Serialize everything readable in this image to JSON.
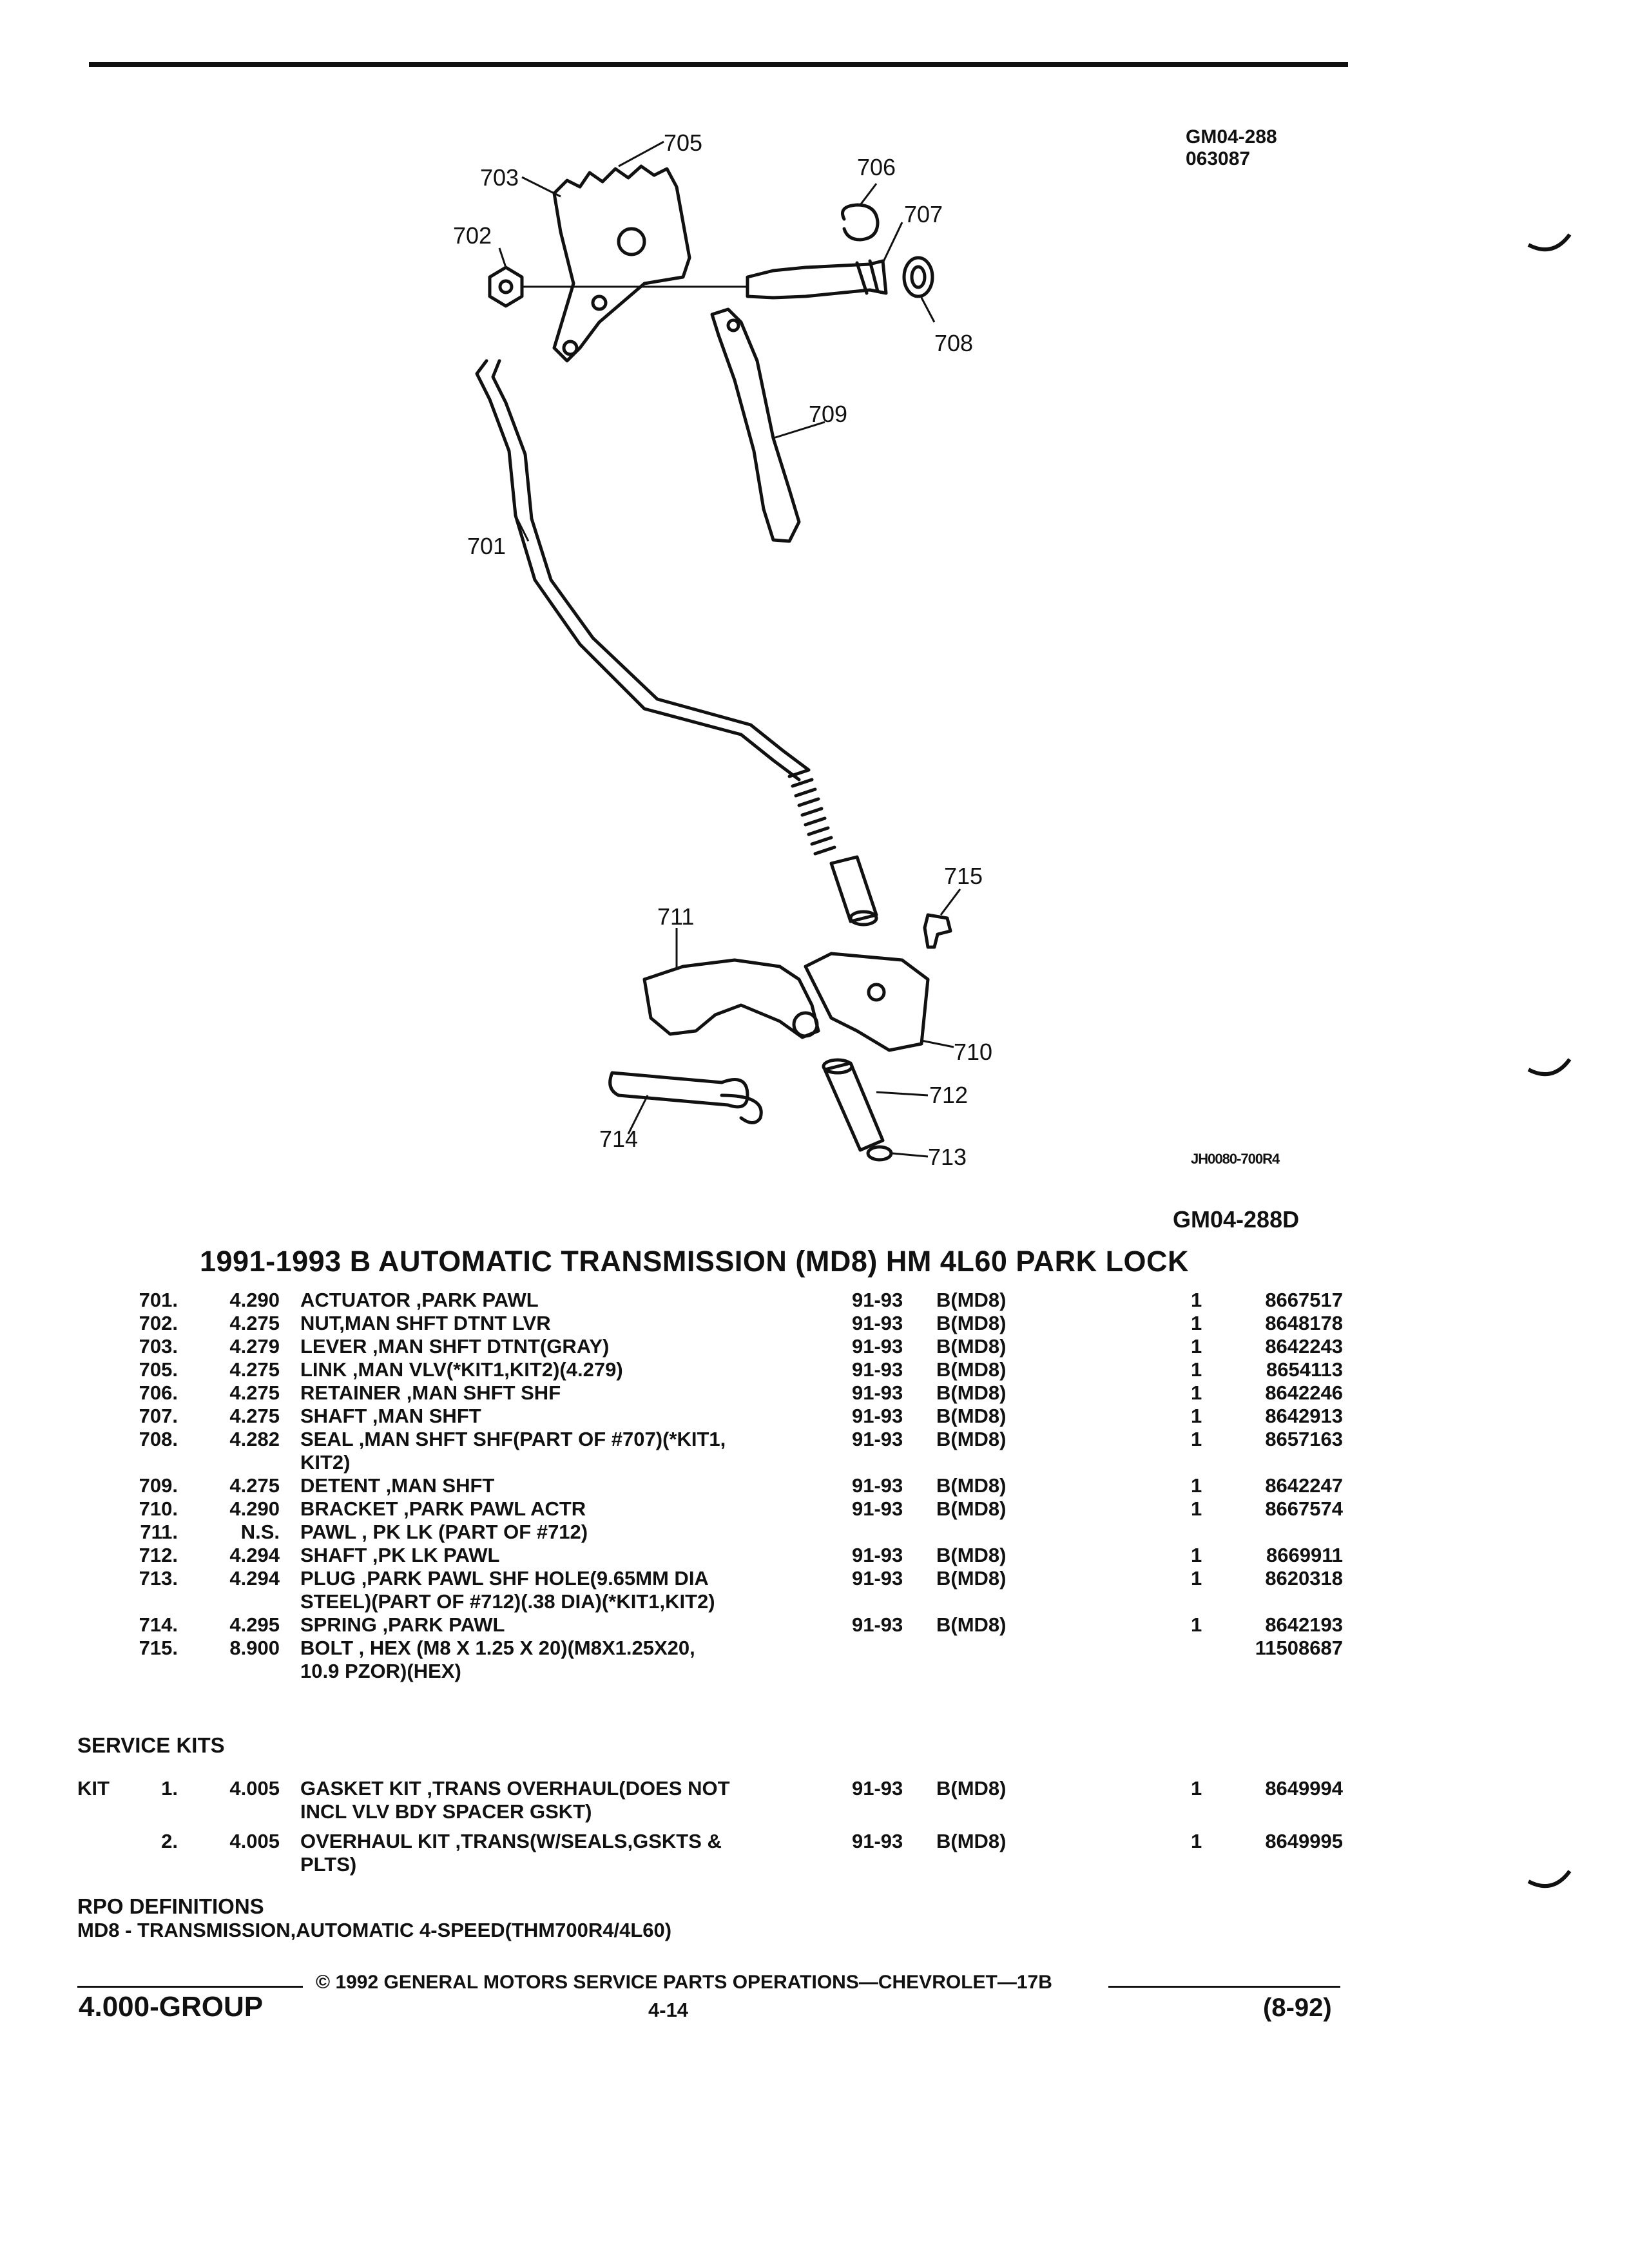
{
  "figure": {
    "id_line1": "GM04-288",
    "id_line2": "063087",
    "ref_code": "JH0080-700R4",
    "fig_code": "GM04-288D",
    "callouts": [
      "705",
      "703",
      "702",
      "706",
      "707",
      "708",
      "709",
      "701",
      "715",
      "711",
      "710",
      "712",
      "714",
      "713"
    ]
  },
  "title": "1991-1993 B AUTOMATIC TRANSMISSION (MD8) HM 4L60 PARK LOCK",
  "parts": [
    {
      "num": "701.",
      "grp": "4.290",
      "desc": [
        "ACTUATOR ,PARK PAWL"
      ],
      "years": "91-93",
      "model": "B(MD8)",
      "qty": "1",
      "pn": "8667517"
    },
    {
      "num": "702.",
      "grp": "4.275",
      "desc": [
        "NUT,MAN SHFT DTNT LVR"
      ],
      "years": "91-93",
      "model": "B(MD8)",
      "qty": "1",
      "pn": "8648178"
    },
    {
      "num": "703.",
      "grp": "4.279",
      "desc": [
        "LEVER ,MAN SHFT DTNT(GRAY)"
      ],
      "years": "91-93",
      "model": "B(MD8)",
      "qty": "1",
      "pn": "8642243"
    },
    {
      "num": "705.",
      "grp": "4.275",
      "desc": [
        "LINK ,MAN VLV(*KIT1,KIT2)(4.279)"
      ],
      "years": "91-93",
      "model": "B(MD8)",
      "qty": "1",
      "pn": "8654113"
    },
    {
      "num": "706.",
      "grp": "4.275",
      "desc": [
        "RETAINER ,MAN SHFT SHF"
      ],
      "years": "91-93",
      "model": "B(MD8)",
      "qty": "1",
      "pn": "8642246"
    },
    {
      "num": "707.",
      "grp": "4.275",
      "desc": [
        "SHAFT ,MAN SHFT"
      ],
      "years": "91-93",
      "model": "B(MD8)",
      "qty": "1",
      "pn": "8642913"
    },
    {
      "num": "708.",
      "grp": "4.282",
      "desc": [
        "SEAL ,MAN SHFT SHF(PART OF #707)(*KIT1,",
        "KIT2)"
      ],
      "years": "91-93",
      "model": "B(MD8)",
      "qty": "1",
      "pn": "8657163"
    },
    {
      "num": "709.",
      "grp": "4.275",
      "desc": [
        "DETENT ,MAN SHFT"
      ],
      "years": "91-93",
      "model": "B(MD8)",
      "qty": "1",
      "pn": "8642247"
    },
    {
      "num": "710.",
      "grp": "4.290",
      "desc": [
        "BRACKET ,PARK PAWL ACTR"
      ],
      "years": "91-93",
      "model": "B(MD8)",
      "qty": "1",
      "pn": "8667574"
    },
    {
      "num": "711.",
      "grp": "N.S.",
      "desc": [
        "PAWL , PK LK (PART OF #712)"
      ],
      "years": "",
      "model": "",
      "qty": "",
      "pn": ""
    },
    {
      "num": "712.",
      "grp": "4.294",
      "desc": [
        "SHAFT ,PK LK PAWL"
      ],
      "years": "91-93",
      "model": "B(MD8)",
      "qty": "1",
      "pn": "8669911"
    },
    {
      "num": "713.",
      "grp": "4.294",
      "desc": [
        "PLUG ,PARK PAWL SHF HOLE(9.65MM DIA",
        "STEEL)(PART OF #712)(.38 DIA)(*KIT1,KIT2)"
      ],
      "years": "91-93",
      "model": "B(MD8)",
      "qty": "1",
      "pn": "8620318"
    },
    {
      "num": "714.",
      "grp": "4.295",
      "desc": [
        "SPRING ,PARK PAWL"
      ],
      "years": "91-93",
      "model": "B(MD8)",
      "qty": "1",
      "pn": "8642193"
    },
    {
      "num": "715.",
      "grp": "8.900",
      "desc": [
        "BOLT , HEX (M8 X 1.25 X 20)(M8X1.25X20,",
        "10.9 PZOR)(HEX)"
      ],
      "years": "",
      "model": "",
      "qty": "",
      "pn": "11508687"
    }
  ],
  "service_kits": {
    "heading": "SERVICE KITS",
    "kit_label": "KIT",
    "items": [
      {
        "num": "1.",
        "grp": "4.005",
        "desc": [
          "GASKET KIT ,TRANS OVERHAUL(DOES NOT",
          "INCL VLV BDY SPACER GSKT)"
        ],
        "years": "91-93",
        "model": "B(MD8)",
        "qty": "1",
        "pn": "8649994"
      },
      {
        "num": "2.",
        "grp": "4.005",
        "desc": [
          "OVERHAUL KIT ,TRANS(W/SEALS,GSKTS &",
          "PLTS)"
        ],
        "years": "91-93",
        "model": "B(MD8)",
        "qty": "1",
        "pn": "8649995"
      }
    ]
  },
  "rpo": {
    "heading": "RPO DEFINITIONS",
    "text": "MD8 - TRANSMISSION,AUTOMATIC 4-SPEED(THM700R4/4L60)"
  },
  "footer": {
    "copyright": "© 1992 GENERAL MOTORS SERVICE PARTS OPERATIONS—CHEVROLET—17B",
    "group": "4.000-GROUP",
    "page": "4-14",
    "date": "(8-92)"
  }
}
